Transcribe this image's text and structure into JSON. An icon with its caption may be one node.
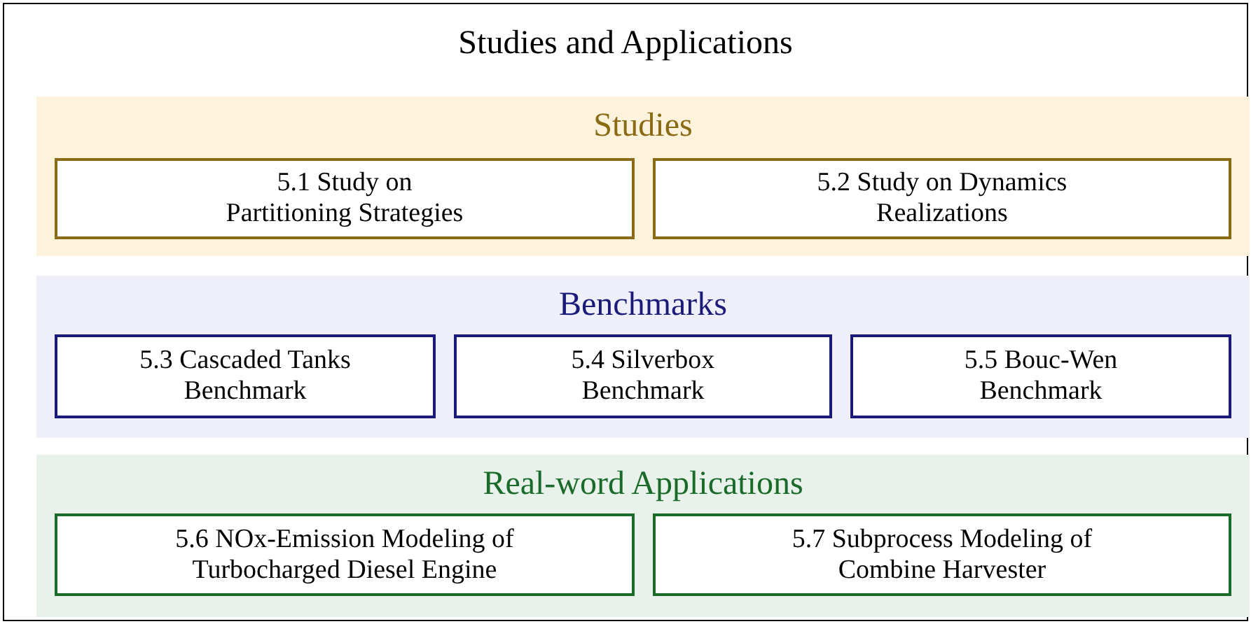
{
  "diagram": {
    "nodes": [
      {
        "text": [
          "Studies and Applications"
        ]
      },
      {
        "text": [
          "Studies"
        ],
        "in": 0
      },
      {
        "text": [
          "5.1 Study on Partitioning Strategies"
        ],
        "in": 1
      },
      {
        "text": [
          "5.2 Study on Dynamics Realizations"
        ],
        "in": 1
      },
      {
        "text": [
          "Benchmarks"
        ],
        "in": 0
      },
      {
        "text": [
          "5.3 Cascaded Tanks Benchmark"
        ],
        "in": 4
      },
      {
        "text": [
          "5.4 Silverbox Benchmark"
        ],
        "in": 4
      },
      {
        "text": [
          "5.5 Bouc-Wen Benchmark"
        ],
        "in": 4
      },
      {
        "text": [
          "Real-word Applications"
        ],
        "in": 0
      },
      {
        "text": [
          "5.6 NOx-Emission Modeling of Turbocharged Diesel Engine"
        ],
        "in": 8
      },
      {
        "text": [
          "5.7 Subprocess Modeling of Combine Harvester"
        ],
        "in": 8
      }
    ]
  }
}
